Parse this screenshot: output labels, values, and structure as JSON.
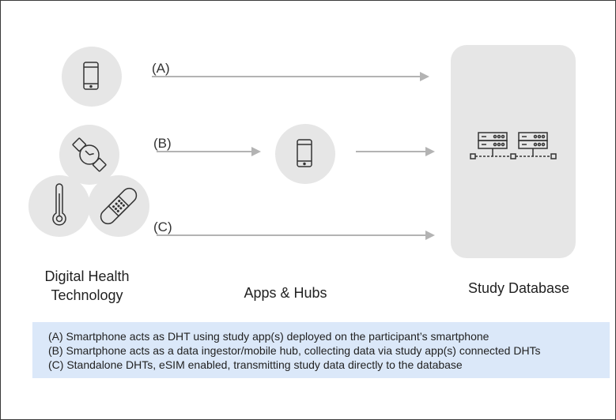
{
  "routes": {
    "a_label": "(A)",
    "b_label": "(B)",
    "c_label": "(C)"
  },
  "columns": {
    "dht_line1": "Digital Health",
    "dht_line2": "Technology",
    "apps_hubs": "Apps & Hubs",
    "study_database": "Study Database"
  },
  "legend": {
    "a": "(A) Smartphone acts as DHT using study app(s) deployed on the participant’s smartphone",
    "b": "(B) Smartphone acts as a data ingestor/mobile hub, collecting data via study app(s) connected DHTs",
    "c": "(C) Standalone DHTs, eSIM enabled, transmitting study data directly to the database"
  },
  "icons": [
    "smartphone-icon",
    "smartwatch-icon",
    "thermometer-icon",
    "bandage-icon",
    "smartphone-icon",
    "server-icon"
  ],
  "colors": {
    "icon_background": "#e6e6e6",
    "arrow": "#b3b3b3",
    "legend_background": "#dbe8f9",
    "icon_stroke": "#333333"
  }
}
